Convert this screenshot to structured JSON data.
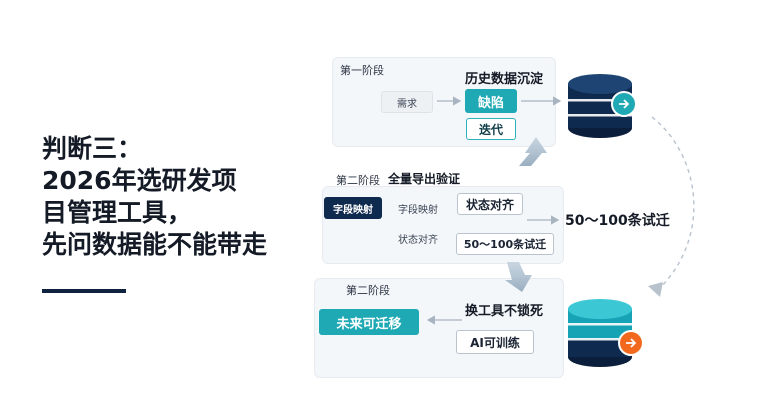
{
  "headline": {
    "lines": [
      "判断三：",
      "2026年选研发项",
      "目管理工具，",
      "先问数据能不能带走"
    ]
  },
  "stage1": {
    "label": "第一阶段",
    "title": "历史数据沉淀",
    "input": "需求",
    "defect": "缺陷",
    "iteration": "迭代"
  },
  "stage2": {
    "label": "第二阶段",
    "title": "全量导出验证",
    "field_mapping_tag": "字段映射",
    "field_mapping_text": "字段映射",
    "status_text": "状态对齐",
    "status_align": "状态对齐",
    "migration_box": "50～100条试迁",
    "migration_side": "50～100条试迁"
  },
  "stage3": {
    "label": "第二阶段",
    "title": "换工具不锁死",
    "future": "未来可迁移",
    "ai": "AI可训练"
  },
  "colors": {
    "navy": "#0f2a4f",
    "teal": "#1fa9b4",
    "orange": "#f2691e",
    "db_dark": "#0f2a4f",
    "db_teal": "#19b5c4"
  },
  "icons": [
    "arrow-right-icon",
    "database-icon",
    "curved-dashed-arrow-icon",
    "big-arrow-icon"
  ]
}
